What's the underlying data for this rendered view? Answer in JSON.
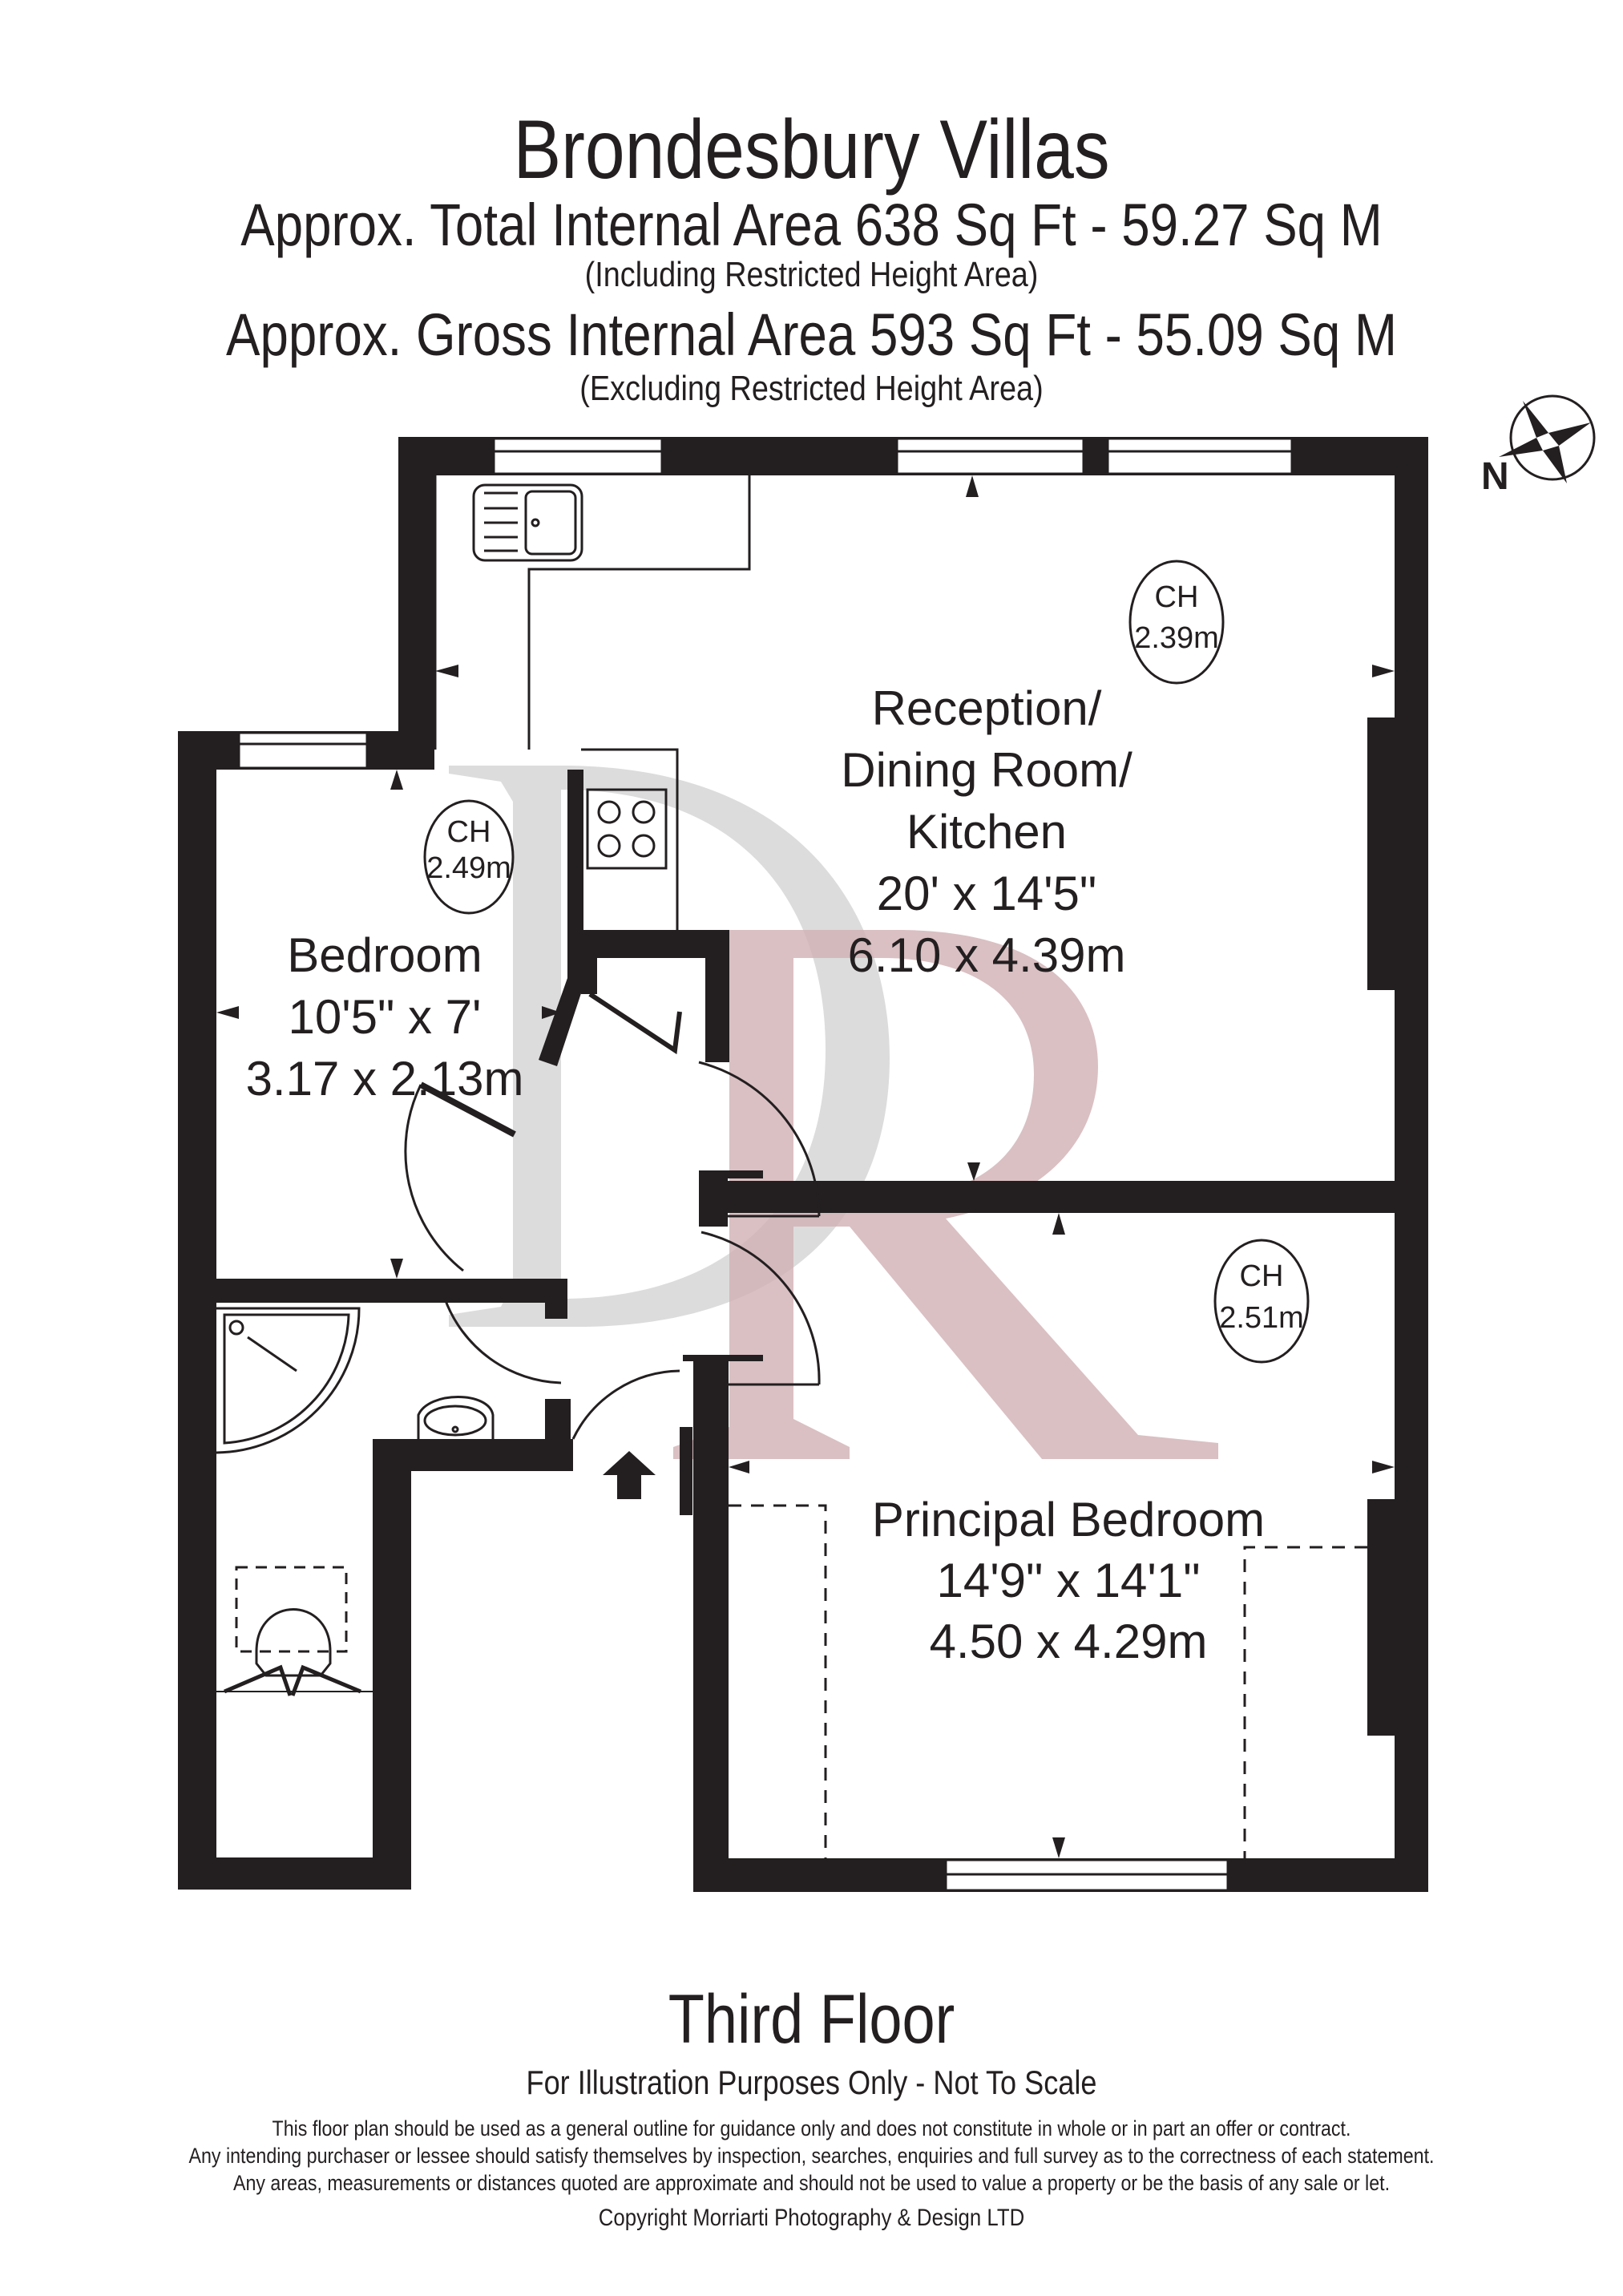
{
  "header": {
    "property_name": "Brondesbury Villas",
    "total_area": "Approx. Total Internal Area   638 Sq Ft  -  59.27 Sq M",
    "total_area_note": "(Including Restricted Height Area)",
    "gross_area": "Approx. Gross Internal Area   593 Sq Ft  -  55.09 Sq M",
    "gross_area_note": "(Excluding Restricted Height Area)"
  },
  "compass": {
    "label": "N"
  },
  "rooms": {
    "reception": {
      "name_line1": "Reception/",
      "name_line2": "Dining Room/",
      "name_line3": "Kitchen",
      "imperial": "20' x 14'5\"",
      "metric": "6.10 x 4.39m",
      "ceiling_label": "CH",
      "ceiling_height": "2.39m"
    },
    "bedroom": {
      "name": "Bedroom",
      "imperial": "10'5\" x 7'",
      "metric": "3.17 x 2.13m",
      "ceiling_label": "CH",
      "ceiling_height": "2.49m"
    },
    "principal_bedroom": {
      "name": "Principal Bedroom",
      "imperial": "14'9\" x 14'1\"",
      "metric": "4.50 x 4.29m",
      "ceiling_label": "CH",
      "ceiling_height": "2.51m"
    }
  },
  "footer": {
    "floor_name": "Third Floor",
    "illustration_note": "For Illustration Purposes Only - Not To Scale",
    "disclaimer_line1": "This floor plan should be used as a general outline for guidance only and does not constitute in whole or in part an offer or contract.",
    "disclaimer_line2": "Any intending purchaser or lessee should satisfy themselves by inspection, searches, enquiries and full survey as to the correctness of each statement.",
    "disclaimer_line3": "Any areas, measurements or distances quoted are approximate and should not be used to value a property or be the basis of any sale or let.",
    "copyright": "Copyright Morriarti Photography & Design LTD"
  },
  "colors": {
    "wall": "#231f20",
    "watermark_d": "#d6d6d6",
    "watermark_r": "#c9a3a8",
    "background": "#ffffff"
  }
}
